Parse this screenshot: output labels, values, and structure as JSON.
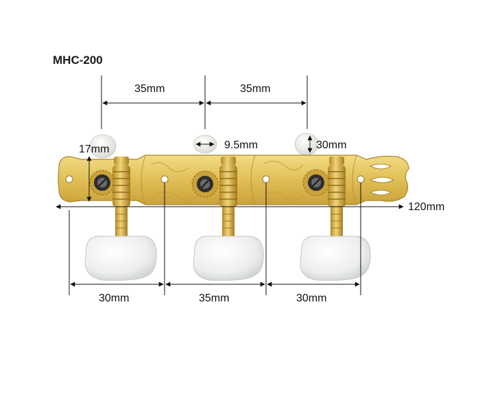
{
  "diagram": {
    "title": "MHC-200",
    "dimensions": {
      "top_spacing_left": "35mm",
      "top_spacing_right": "35mm",
      "roller_width": "9.5mm",
      "roller_height": "30mm",
      "plate_height": "17mm",
      "total_length": "120mm",
      "hole_spacing_left": "30mm",
      "hole_spacing_middle": "35mm",
      "hole_spacing_right": "30mm"
    },
    "colors": {
      "plate": "#e3c45e",
      "plate_edge": "#a8862a",
      "gear": "#c9a23a",
      "button": "#eef0ee",
      "roller": "#f1f1ed",
      "dimension_line": "#111111"
    }
  }
}
